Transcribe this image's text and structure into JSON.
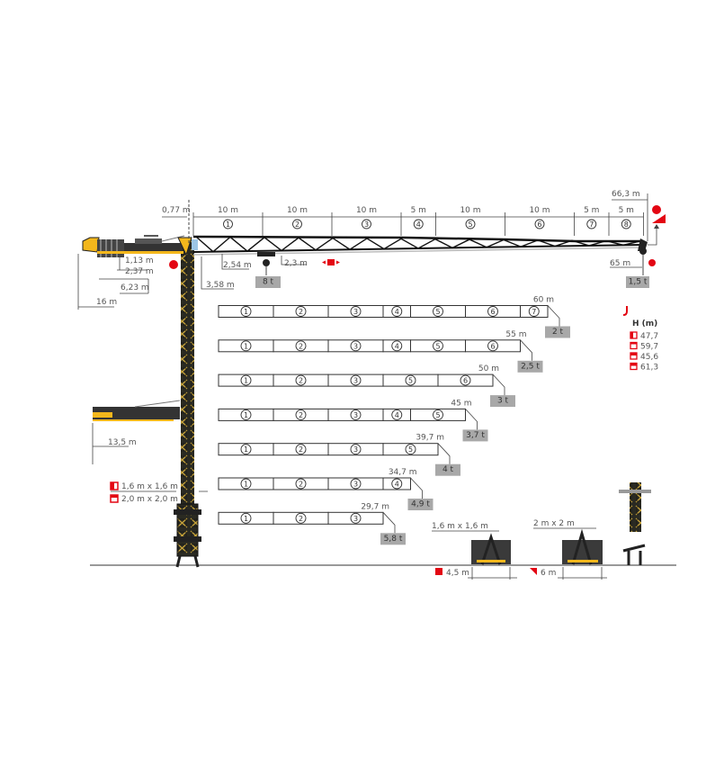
{
  "top_dims": {
    "offset": "0,77 m",
    "total": "66,3 m",
    "segments": [
      {
        "len": "10 m",
        "meters": 10,
        "n": "1"
      },
      {
        "len": "10 m",
        "meters": 10,
        "n": "2"
      },
      {
        "len": "10 m",
        "meters": 10,
        "n": "3"
      },
      {
        "len": "5 m",
        "meters": 5,
        "n": "4"
      },
      {
        "len": "10 m",
        "meters": 10,
        "n": "5"
      },
      {
        "len": "10 m",
        "meters": 10,
        "n": "6"
      },
      {
        "len": "5 m",
        "meters": 5,
        "n": "7"
      },
      {
        "len": "5 m",
        "meters": 5,
        "n": "8"
      }
    ]
  },
  "crane_dims": {
    "counterjib_h1": "1,13 m",
    "counterjib_h2": "2,37 m",
    "counterjib_len": "6,23 m",
    "counterjib_radius": "16 m",
    "jib_height": "2,54 m",
    "mast_offset": "3,58 m",
    "trolley_offset": "2,3 m",
    "max_load": "8 t",
    "tip_radius": "65 m",
    "tip_load": "1,5 t",
    "alt_counterjib_radius": "13,5 m"
  },
  "load_rows": [
    {
      "segments": [
        "1",
        "2",
        "3",
        "4",
        "5",
        "6",
        "7"
      ],
      "radius": "60 m",
      "load": "2 t"
    },
    {
      "segments": [
        "1",
        "2",
        "3",
        "4",
        "5",
        "6"
      ],
      "radius": "55 m",
      "load": "2,5 t"
    },
    {
      "segments": [
        "1",
        "2",
        "3",
        "5",
        "6"
      ],
      "radius": "50 m",
      "load": "3 t"
    },
    {
      "segments": [
        "1",
        "2",
        "3",
        "4",
        "5"
      ],
      "radius": "45 m",
      "load": "3,7 t"
    },
    {
      "segments": [
        "1",
        "2",
        "3",
        "5"
      ],
      "radius": "39,7 m",
      "load": "4 t"
    },
    {
      "segments": [
        "1",
        "2",
        "3",
        "4"
      ],
      "radius": "34,7 m",
      "load": "4,9 t"
    },
    {
      "segments": [
        "1",
        "2",
        "3"
      ],
      "radius": "29,7 m",
      "load": "5,8 t"
    }
  ],
  "height_legend": {
    "title": "H (m)",
    "items": [
      {
        "icon": "mast-1-6-icon",
        "value": "47,7"
      },
      {
        "icon": "mast-2-0-icon",
        "value": "59,7"
      },
      {
        "icon": "base-4-5-icon",
        "value": "45,6"
      },
      {
        "icon": "base-6-icon",
        "value": "61,3"
      }
    ]
  },
  "mast_sizes": [
    "1,6 m x 1,6 m",
    "2,0 m x 2,0 m"
  ],
  "bases": [
    {
      "size": "1,6 m x 1,6 m",
      "width": "4,5 m"
    },
    {
      "size": "2 m x 2 m",
      "width": "6 m"
    }
  ],
  "colors": {
    "accent": "#e30613",
    "crane_yellow": "#f3b71c",
    "steel": "#222222",
    "load_box": "#a8a8a8"
  }
}
